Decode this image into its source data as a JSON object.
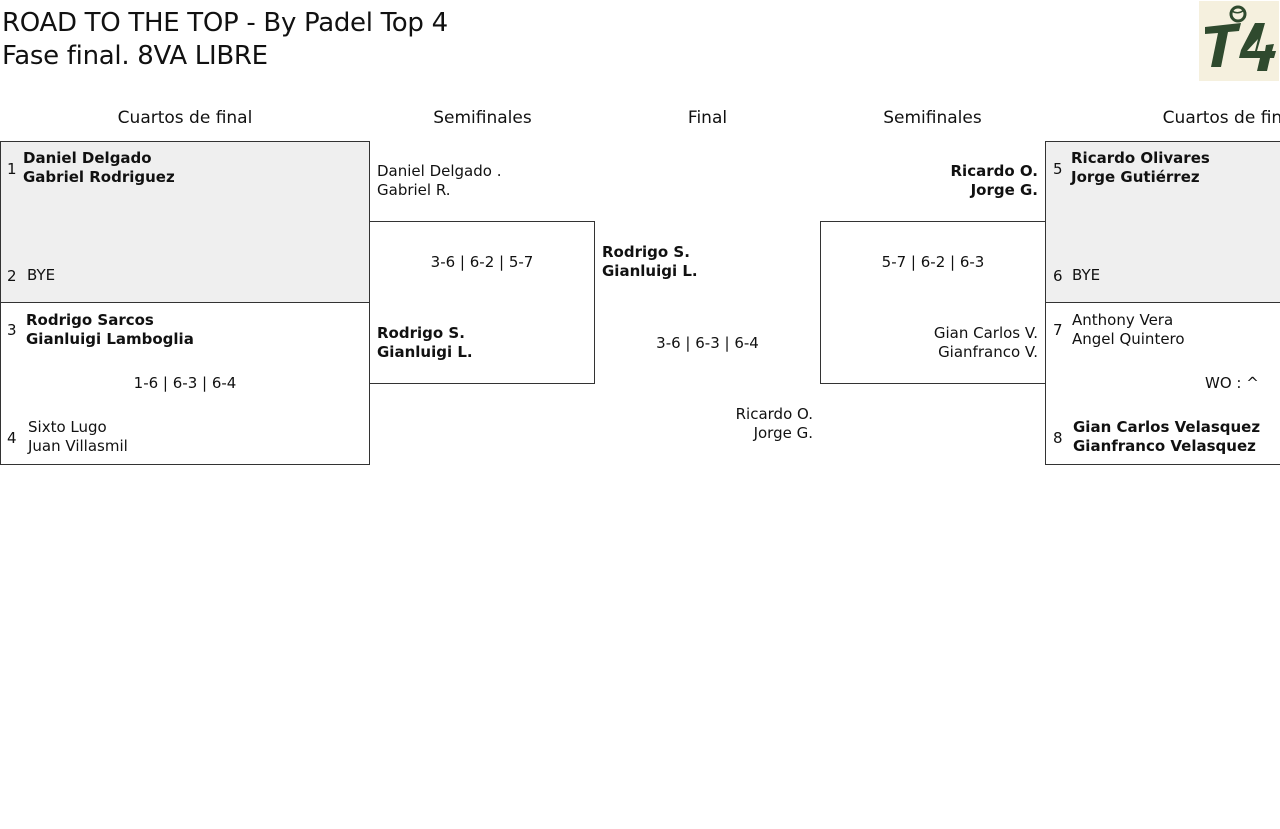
{
  "header": {
    "title_line1": "ROAD TO THE TOP - By Padel Top 4",
    "title_line2": "Fase final. 8VA LIBRE"
  },
  "rounds": {
    "left_qf": "Cuartos de final",
    "left_sf": "Semifinales",
    "final": "Final",
    "right_sf": "Semifinales",
    "right_qf": "Cuartos de final"
  },
  "quarterfinals": [
    {
      "seed_a": "1",
      "team_a": [
        "Daniel Delgado",
        "Gabriel Rodriguez"
      ],
      "seed_b": "2",
      "team_b": [
        "BYE"
      ],
      "score": ""
    },
    {
      "seed_a": "3",
      "team_a": [
        "Rodrigo Sarcos",
        "Gianluigi Lamboglia"
      ],
      "seed_b": "4",
      "team_b": [
        "Sixto Lugo",
        "Juan Villasmil"
      ],
      "score": "1-6 | 6-3 | 6-4"
    },
    {
      "seed_a": "5",
      "team_a": [
        "Ricardo Olivares",
        "Jorge Gutiérrez"
      ],
      "seed_b": "6",
      "team_b": [
        "BYE"
      ],
      "score": ""
    },
    {
      "seed_a": "7",
      "team_a": [
        "Anthony Vera",
        "Angel Quintero"
      ],
      "seed_b": "8",
      "team_b": [
        "Gian Carlos Velasquez",
        "Gianfranco Velasquez"
      ],
      "score": "WO : ^"
    }
  ],
  "semifinals": [
    {
      "team_a": [
        "Daniel Delgado .",
        "Gabriel R."
      ],
      "team_b": [
        "Rodrigo S.",
        "Gianluigi L."
      ],
      "score": "3-6 | 6-2 | 5-7"
    },
    {
      "team_a": [
        "Ricardo O.",
        "Jorge G."
      ],
      "team_b": [
        "Gian Carlos V.",
        "Gianfranco V."
      ],
      "score": "5-7 | 6-2 | 6-3"
    }
  ],
  "final": {
    "team_a": [
      "Rodrigo S.",
      "Gianluigi L."
    ],
    "team_b": [
      "Ricardo O.",
      "Jorge G."
    ],
    "score": "3-6 | 6-3 | 6-4"
  },
  "logo_text": "T4",
  "colors": {
    "logo_bg": "#f5f0de",
    "logo_green": "#2f4a2e",
    "bye_bg": "#efefef"
  }
}
